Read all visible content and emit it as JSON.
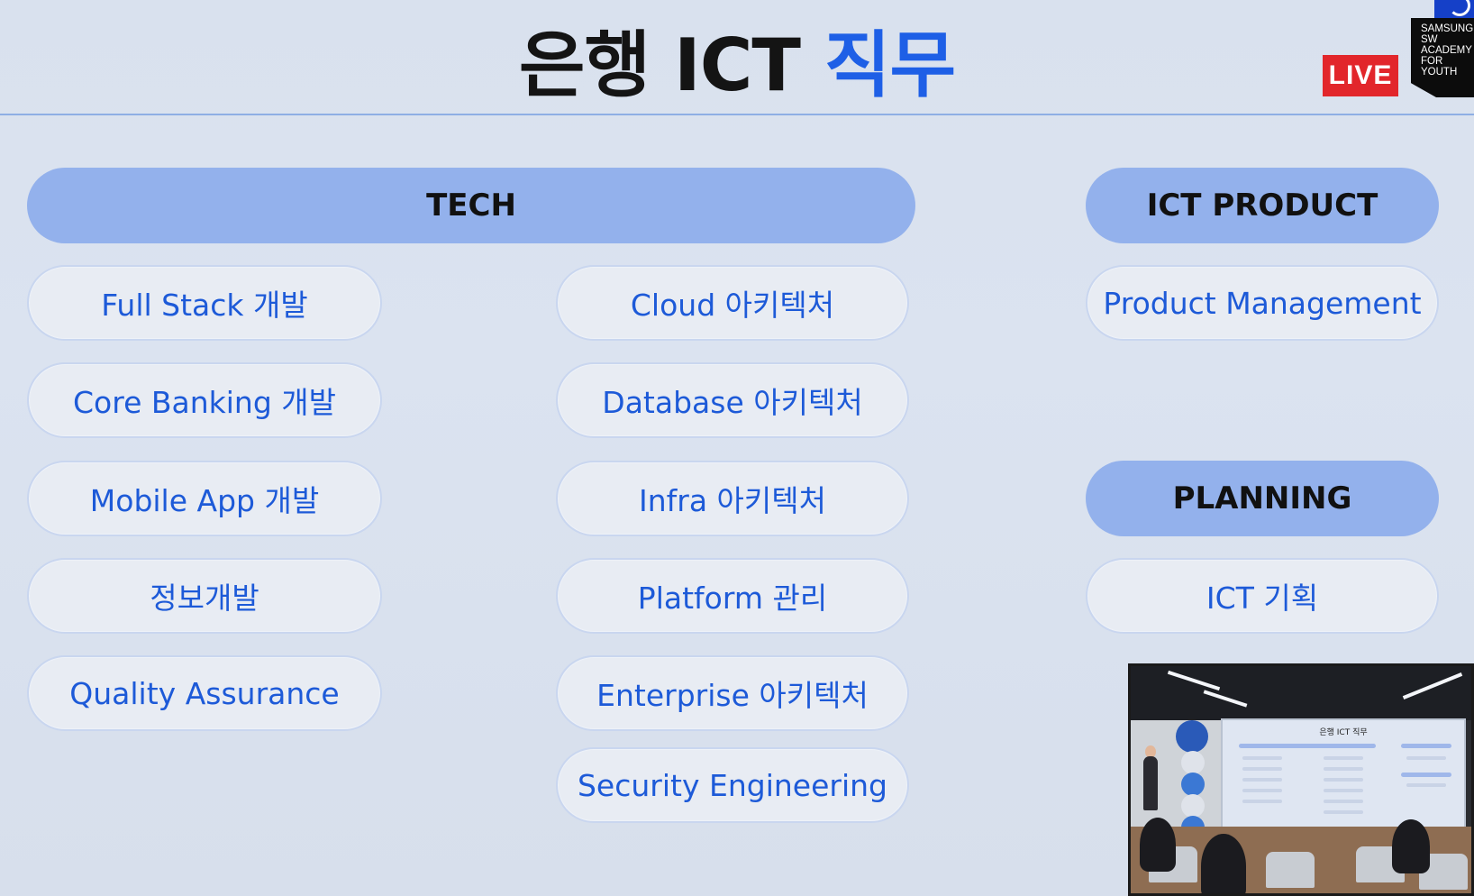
{
  "slide": {
    "title_main": "은행 ICT",
    "title_accent": "직무"
  },
  "badges": {
    "live": "LIVE",
    "logo_lines": [
      "SAMSUNG",
      "SW",
      "ACADEMY",
      "FOR",
      "YOUTH"
    ]
  },
  "categories": {
    "tech": {
      "label": "TECH",
      "left_column": [
        "Full Stack 개발",
        "Core Banking 개발",
        "Mobile App 개발",
        "정보개발",
        "Quality Assurance"
      ],
      "right_column": [
        "Cloud 아키텍처",
        "Database 아키텍처",
        "Infra 아키텍처",
        "Platform 관리",
        "Enterprise 아키텍처",
        "Security Engineering"
      ]
    },
    "ict_product": {
      "label": "ICT PRODUCT",
      "items": [
        "Product Management"
      ]
    },
    "planning": {
      "label": "PLANNING",
      "items": [
        "ICT 기획"
      ]
    }
  },
  "video_feed": {
    "screen_title": "은행 ICT 직무"
  },
  "colors": {
    "accent": "#1e5fe6",
    "header_pill": "#93b1ec",
    "item_text": "#1d5ad8",
    "live": "#e2262b"
  }
}
